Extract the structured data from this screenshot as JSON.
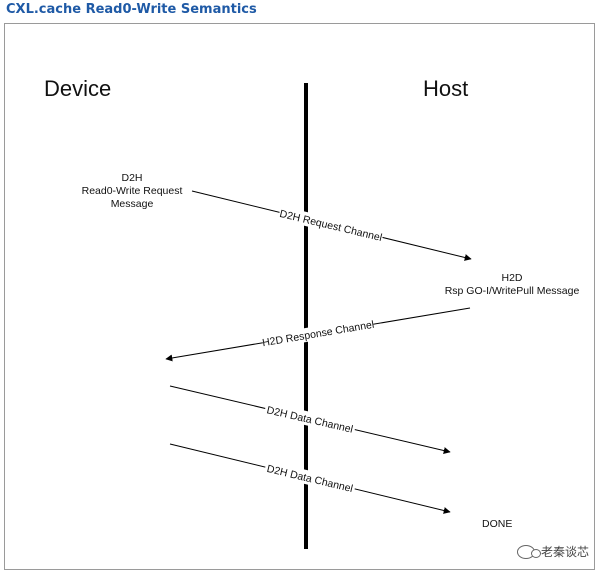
{
  "title": "CXL.cache Read0-Write Semantics",
  "parties": {
    "device": "Device",
    "host": "Host"
  },
  "d2h_request": {
    "line1": "D2H",
    "line2": "Read0-Write Request",
    "line3": "Message"
  },
  "h2d_response": {
    "line1": "H2D",
    "line2": "Rsp GO-I/WritePull Message"
  },
  "channels": {
    "d2h_request": "D2H Request Channel",
    "h2d_response": "H2D Response Channel",
    "d2h_data_1": "D2H Data Channel",
    "d2h_data_2": "D2H Data Channel"
  },
  "done": "DONE",
  "watermark": "老秦谈芯",
  "colors": {
    "title": "#1f5aa6",
    "line": "#000000"
  }
}
